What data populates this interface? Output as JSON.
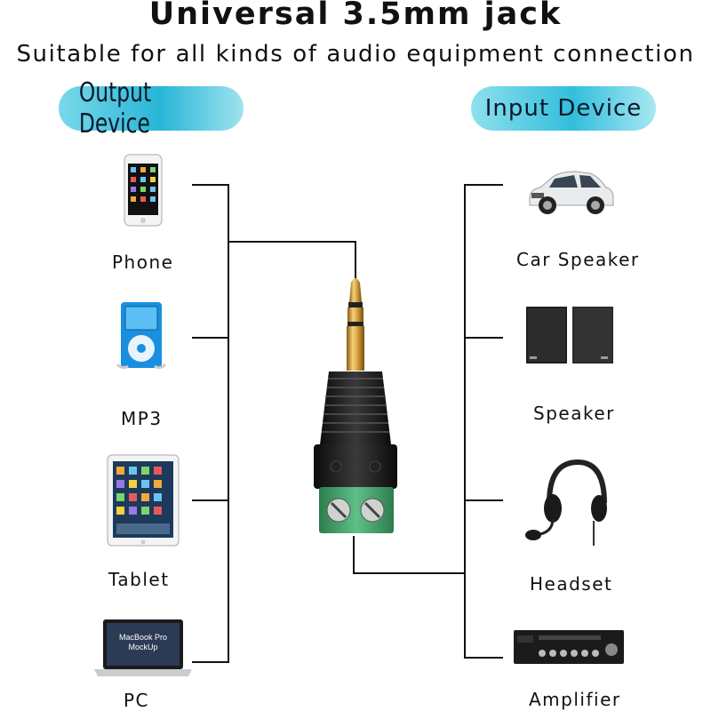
{
  "title": "Universal 3.5mm jack",
  "subtitle": "Suitable for all kinds of audio equipment connection",
  "output_heading": "Output Device",
  "input_heading": "Input Device",
  "output_devices": [
    {
      "label": "Phone",
      "icon": "phone-icon"
    },
    {
      "label": "MP3",
      "icon": "mp3-player-icon"
    },
    {
      "label": "Tablet",
      "icon": "tablet-icon"
    },
    {
      "label": "PC",
      "icon": "laptop-icon"
    }
  ],
  "input_devices": [
    {
      "label": "Car Speaker",
      "icon": "car-icon"
    },
    {
      "label": "Speaker",
      "icon": "speakers-icon"
    },
    {
      "label": "Headset",
      "icon": "headset-icon"
    },
    {
      "label": "Amplifier",
      "icon": "amplifier-icon"
    }
  ],
  "laptop_screen_text": [
    "MacBook Pro",
    "MockUp"
  ],
  "colors": {
    "pill": "#28b6d6",
    "connector_body": "#1c1c1c",
    "terminal": "#3fa86a",
    "plug": "#d9a441"
  }
}
